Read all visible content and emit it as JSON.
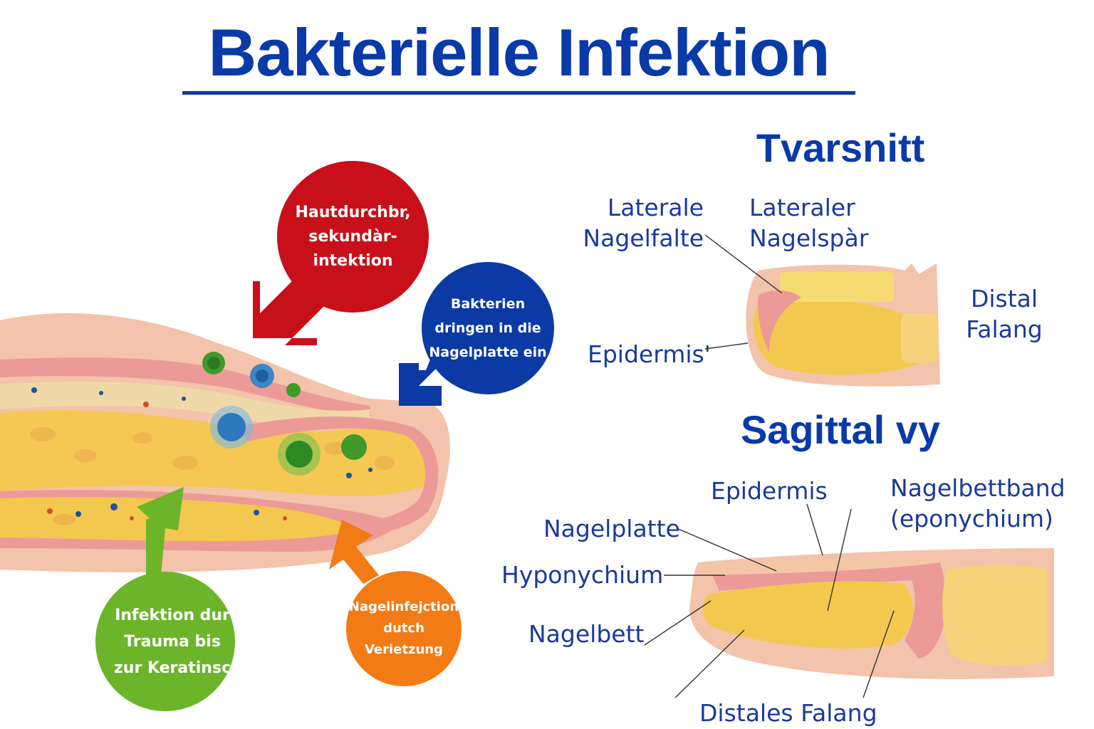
{
  "title": "Bakterielle Infektion",
  "colors": {
    "title_blue": "#0a3aa8",
    "label_blue": "#1a3a9a",
    "bubble_red": "#c8101a",
    "bubble_blue": "#0b3aa5",
    "bubble_green": "#6cb52a",
    "bubble_orange": "#f27b16",
    "skin": "#f3c3ab",
    "tissue_pink": "#ec9a98",
    "bone_yellow": "#f3c84e"
  },
  "left_diagram": {
    "bubbles": [
      {
        "id": "red",
        "text": "Hautdurchbr,\nsekundàr-\nintektion",
        "arrow": "arrow-down-left"
      },
      {
        "id": "blue",
        "text": "Bakterien\ndringen in die\nNagelplatte ein",
        "arrow": "arrow-down-left"
      },
      {
        "id": "green",
        "text": "Infektion dur\nTrauma bis\nzur Keratinsc",
        "arrow": "arrow-up"
      },
      {
        "id": "orange",
        "text": "Nagelinfejction\ndutch\nVerietzung",
        "arrow": "arrow-up-left"
      }
    ]
  },
  "cross_section": {
    "heading": "Tvarsnitt",
    "labels": {
      "lateral_fold": "Laterale\nNagelfalte",
      "lateral_spur": "Lateraler\nNagelspàr",
      "distal_phalanx": "Distal\nFalang",
      "epidermis": "Epidermis'"
    }
  },
  "sagittal": {
    "heading": "Sagittal vy",
    "labels": {
      "epidermis": "Epidermis",
      "nail_bed_band": "Nagelbettband\n(eponychium)",
      "nail_plate": "Nagelplatte",
      "hyponychium": "Hyponychium",
      "nail_bed": "Nagelbett",
      "distal_phalanx": "Distales Falang"
    }
  }
}
